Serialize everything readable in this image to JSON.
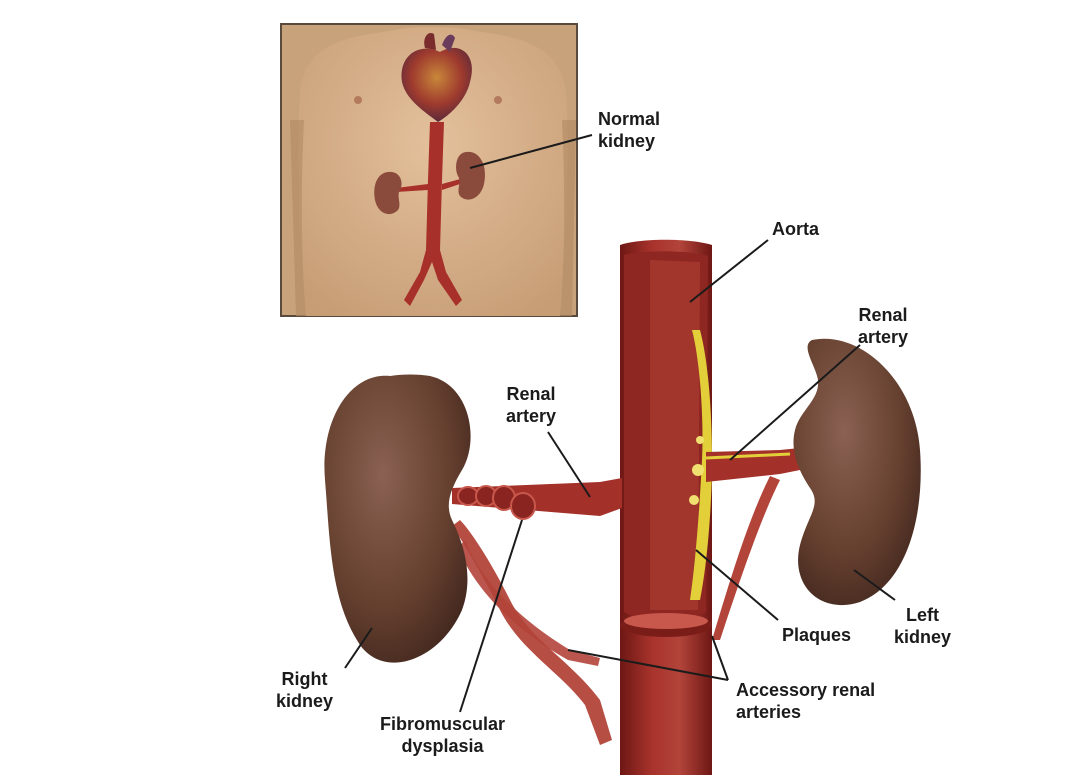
{
  "labels": {
    "normal_kidney": "Normal\nkidney",
    "aorta": "Aorta",
    "renal_artery_left": "Renal\nartery",
    "renal_artery_right": "Renal\nartery",
    "plaques": "Plaques",
    "left_kidney": "Left\nkidney",
    "right_kidney": "Right\nkidney",
    "fibromuscular_dysplasia": "Fibromuscular\ndysplasia",
    "accessory_renal_arteries": "Accessory renal\narteries"
  },
  "colors": {
    "skin": "#d9b48e",
    "skin_shadow": "#b98f68",
    "inset_bg": "#c9a57e",
    "artery": "#9a2a25",
    "artery_dark": "#6e1714",
    "artery_light": "#c8574c",
    "kidney": "#6b4538",
    "kidney_dark": "#4a2c24",
    "plaque": "#e3cf3a",
    "leader": "#1b1b1b"
  }
}
